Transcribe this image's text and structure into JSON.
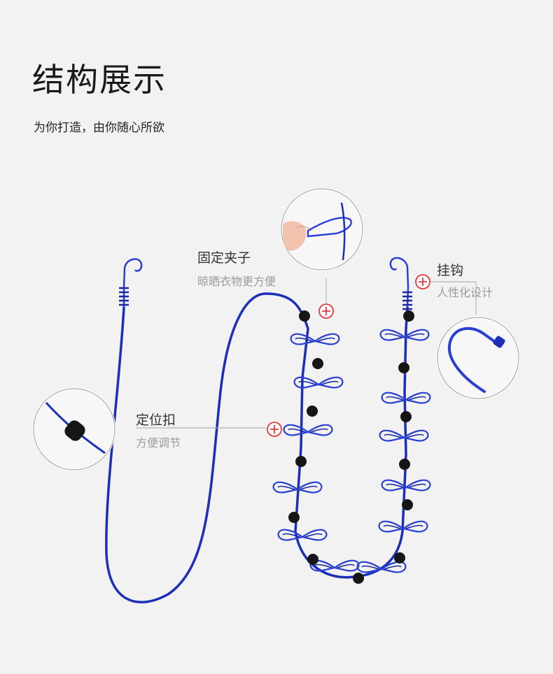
{
  "header": {
    "title": "结构展示",
    "subtitle": "为你打造，由你随心所欲"
  },
  "callouts": [
    {
      "id": "clip",
      "title": "固定夹子",
      "sub": "晾晒衣物更方便"
    },
    {
      "id": "hook",
      "title": "挂钩",
      "sub": "人性化设计"
    },
    {
      "id": "bead",
      "title": "定位扣",
      "sub": "方便调节"
    }
  ],
  "colors": {
    "rope": "#1c2fb8",
    "clip": "#2a3fd4",
    "bead": "#161616",
    "marker": "#e23b3b",
    "leader": "#b5b5b5",
    "background": "#f2f2f2"
  },
  "icons": [
    "plus-circle-icon",
    "hook-icon",
    "clip-icon",
    "bead-icon"
  ]
}
